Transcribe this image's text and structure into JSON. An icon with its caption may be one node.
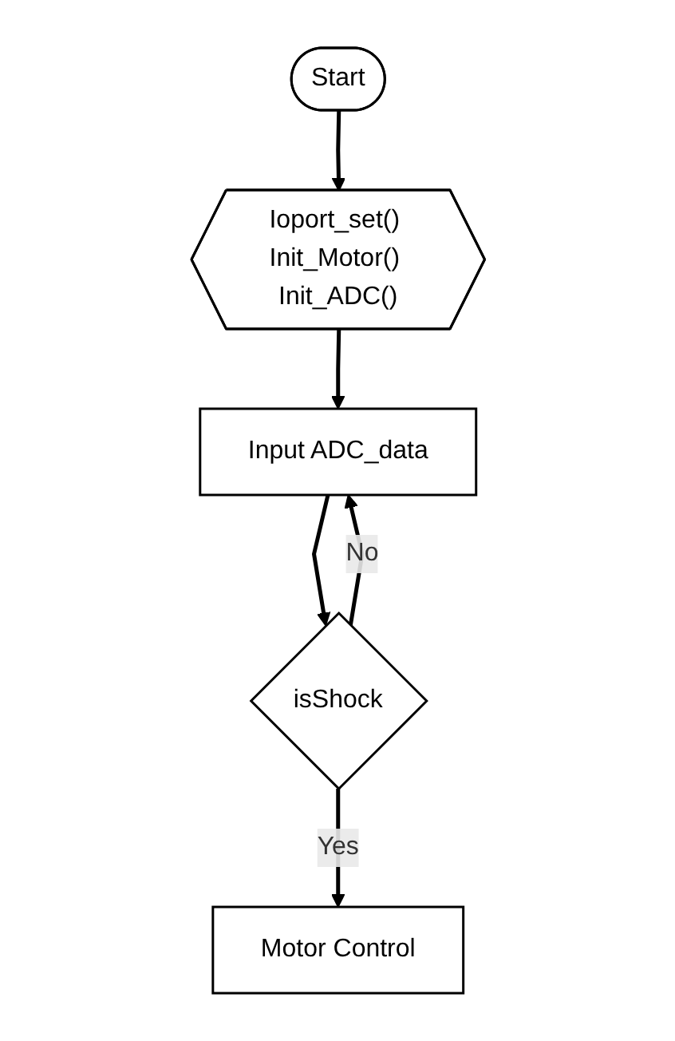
{
  "diagram": {
    "nodes": [
      {
        "text": [
          "Start"
        ]
      },
      {
        "text": [
          "Ioport_set() Init_Motor() Init_ADC()"
        ]
      },
      {
        "text": [
          "Input ADC_data"
        ]
      },
      {
        "text": [
          "isShock"
        ]
      },
      {
        "text": [
          "Motor Control"
        ]
      }
    ],
    "edges": [
      {
        "from": 0,
        "to": 1,
        "arrow": "to"
      },
      {
        "from": 1,
        "to": 2,
        "arrow": "to"
      },
      {
        "from": 2,
        "to": 3,
        "arrow": "to"
      },
      {
        "from": 3,
        "to": 2,
        "arrow": "to",
        "label": "No"
      },
      {
        "from": 3,
        "to": 4,
        "arrow": "to",
        "label": "Yes"
      }
    ]
  }
}
